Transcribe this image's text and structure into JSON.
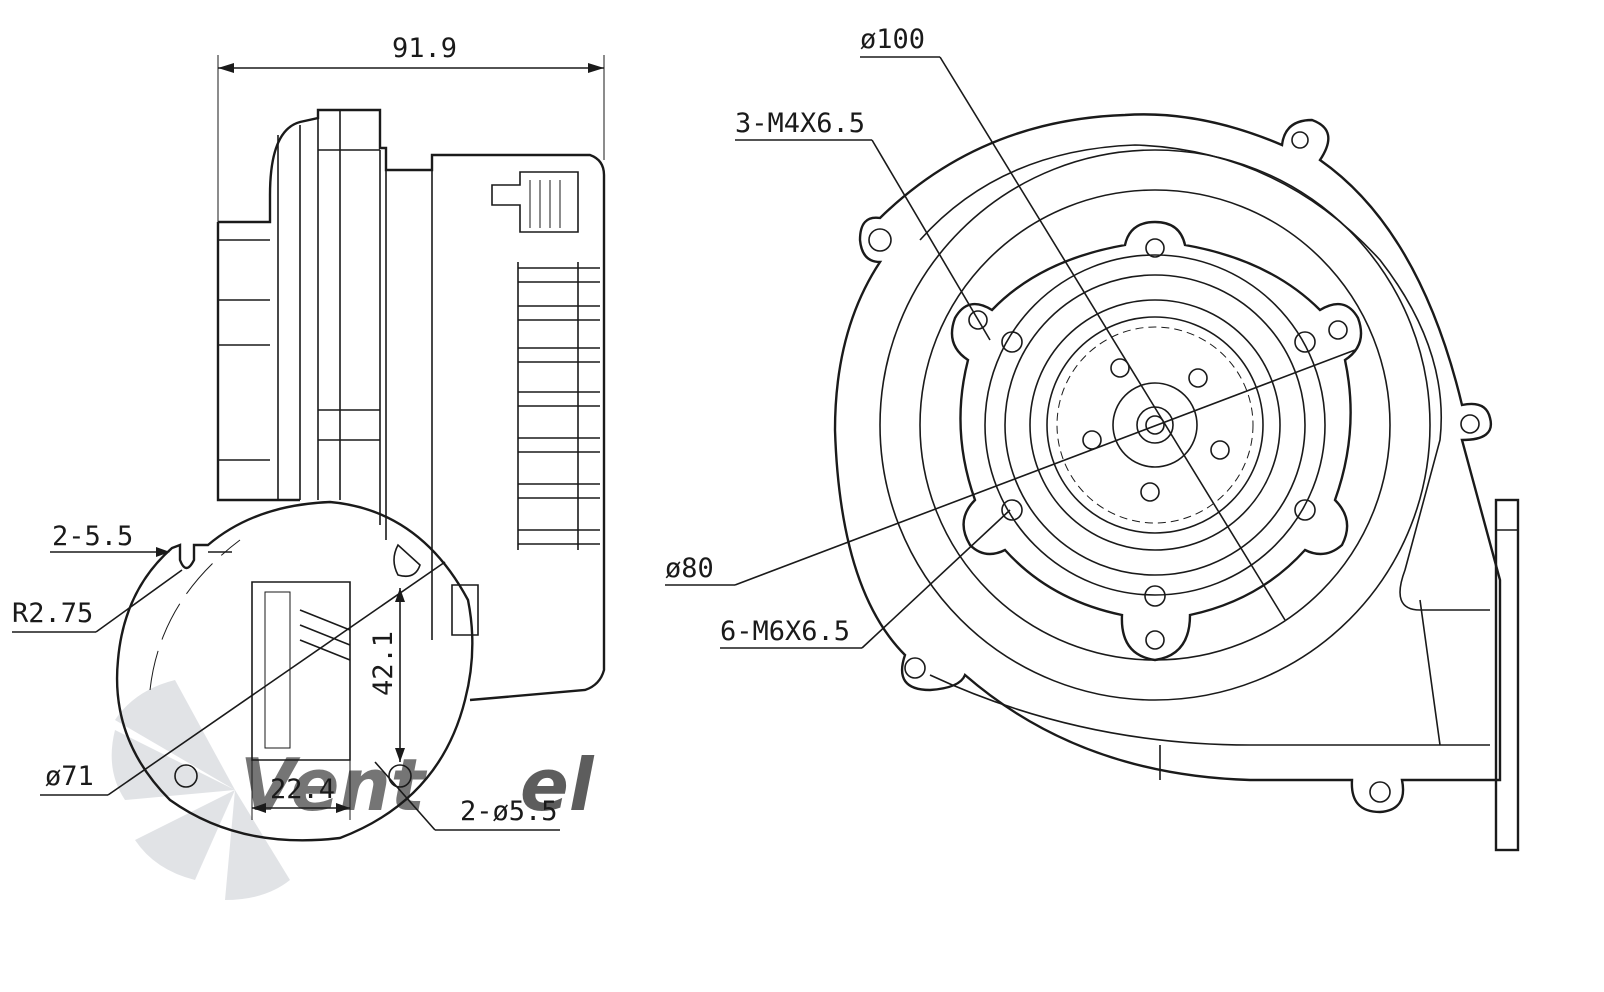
{
  "drawing": {
    "side_view": {
      "width": "91.9",
      "slot": "2-5.5",
      "radius": "R2.75",
      "outlet_dia": "ø71",
      "hole_spacing_x": "22.4",
      "hole_spacing_y": "42.1",
      "mount_holes": "2-ø5.5"
    },
    "front_view": {
      "outer_dia": "ø100",
      "top_threads": "3-M4X6.5",
      "inner_dia": "ø80",
      "bottom_threads": "6-M6X6.5"
    },
    "watermark": {
      "prefix": "Vent",
      "suffix": "el"
    }
  },
  "colors": {
    "line": "#1a1a1a",
    "watermark_gray": "#c9ccd1",
    "watermark_blue": "#8fc1ea"
  }
}
